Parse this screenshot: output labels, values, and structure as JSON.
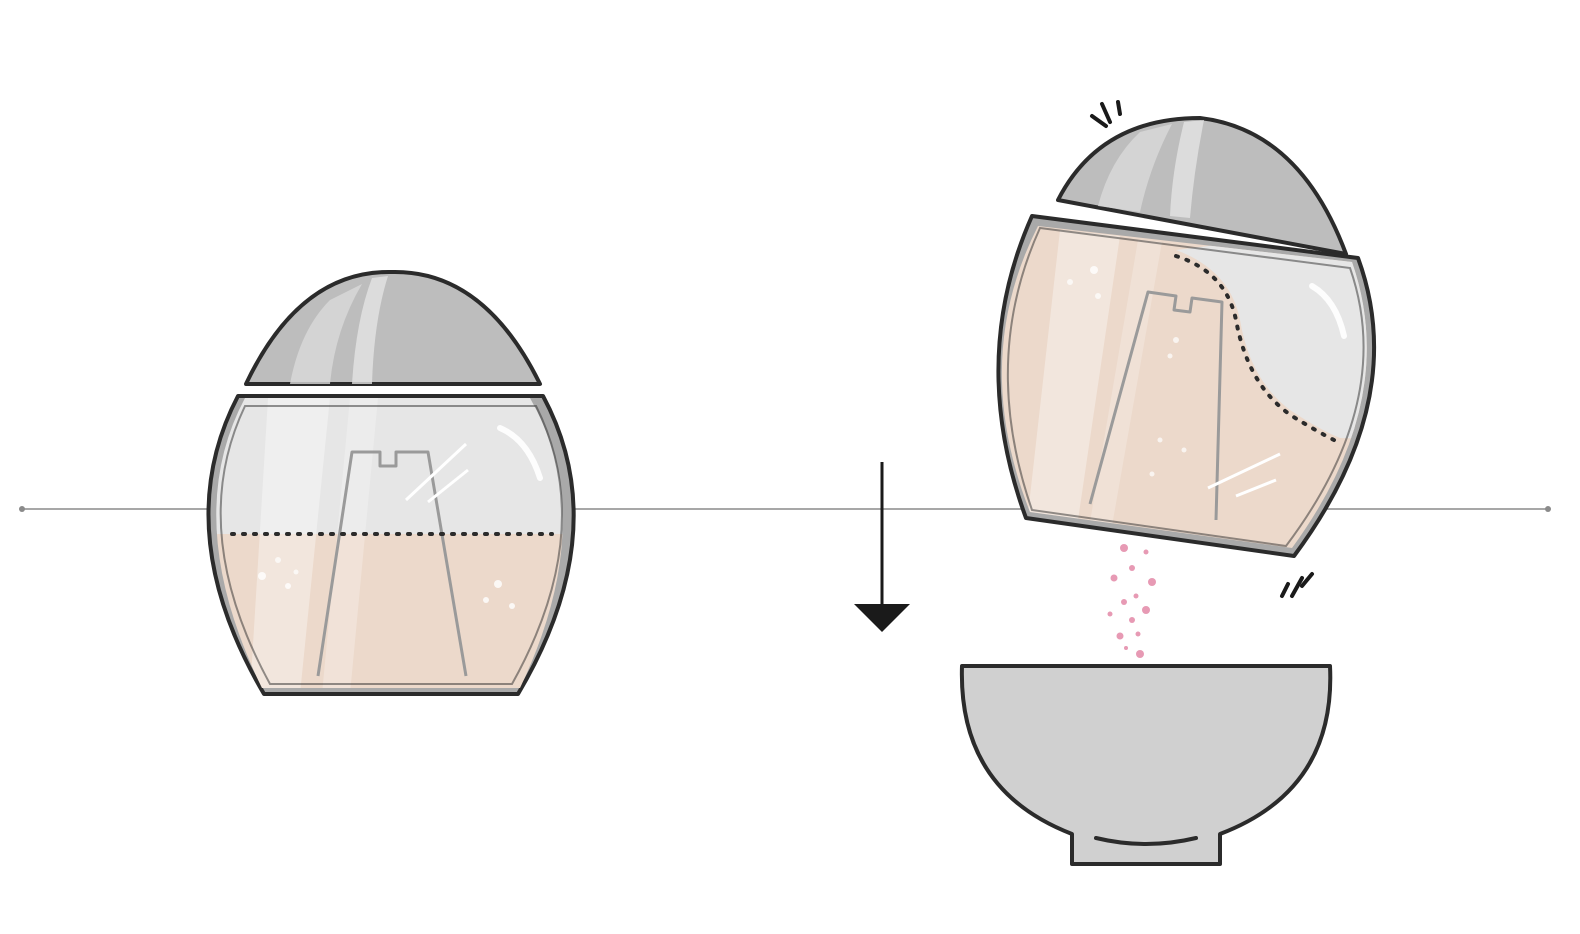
{
  "diagram": {
    "kind": "illustration",
    "subject": "salt-shaker-dispensing",
    "colors": {
      "background": "#ffffff",
      "outline": "#2b2b2b",
      "cap_gray": "#bdbdbd",
      "jar_rim": "#a9a9a9",
      "empty_space": "#e6e6e6",
      "salt_fill": "#ecd9cb",
      "inner_tube": "#9a9a9a",
      "falling_grains": "#e79ab4",
      "bowl_gray": "#d0d0d0",
      "baseline": "#8a8a8a"
    },
    "elements": {
      "upright_shaker": {
        "state": "closed",
        "fill_level": 0.5
      },
      "tilted_shaker": {
        "state": "dispensing",
        "tilt_deg": 8
      },
      "direction_arrow": {
        "direction": "down"
      },
      "bowl": {
        "state": "receiving"
      }
    },
    "icons": [
      "shaker-cap-icon",
      "jar-body-icon",
      "down-arrow-icon",
      "bowl-icon",
      "motion-marks-icon",
      "salt-grain-icon"
    ]
  }
}
